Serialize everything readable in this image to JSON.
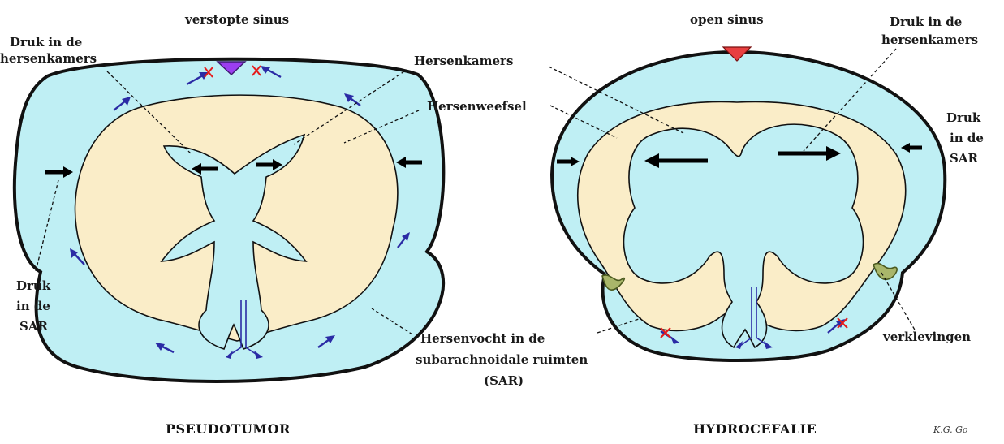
{
  "left": {
    "title": "PSEUDOTUMOR",
    "label_sinus": "verstopte sinus",
    "label_pressure_ventricles": [
      "Druk in de",
      "hersenkamers"
    ],
    "label_pressure_sar": [
      "Druk",
      "in de",
      "SAR"
    ]
  },
  "right": {
    "title": "HYDROCEFALIE",
    "label_sinus": "open sinus",
    "label_pressure_ventricles": [
      "Druk in de",
      "hersenkamers"
    ],
    "label_pressure_sar": [
      "Druk",
      "in de",
      "SAR"
    ],
    "label_adhesions": "verklevingen"
  },
  "center": {
    "label_ventricles": "Hersenkamers",
    "label_tissue": "Hersenweefsel",
    "label_csf": [
      "Hersenvocht in de",
      "subarachnoidale ruimten",
      "(SAR)"
    ]
  },
  "signature": "K.G. Go",
  "colors": {
    "csf": "#bfeff4",
    "brain_tissue": "#faedc8",
    "blocked_sinus": "#9b3ef0",
    "open_sinus": "#e84040",
    "flow_arrows": "#2b2ba5",
    "blocked_mark": "#e51b1b",
    "adhesions": "#7c8d47"
  }
}
